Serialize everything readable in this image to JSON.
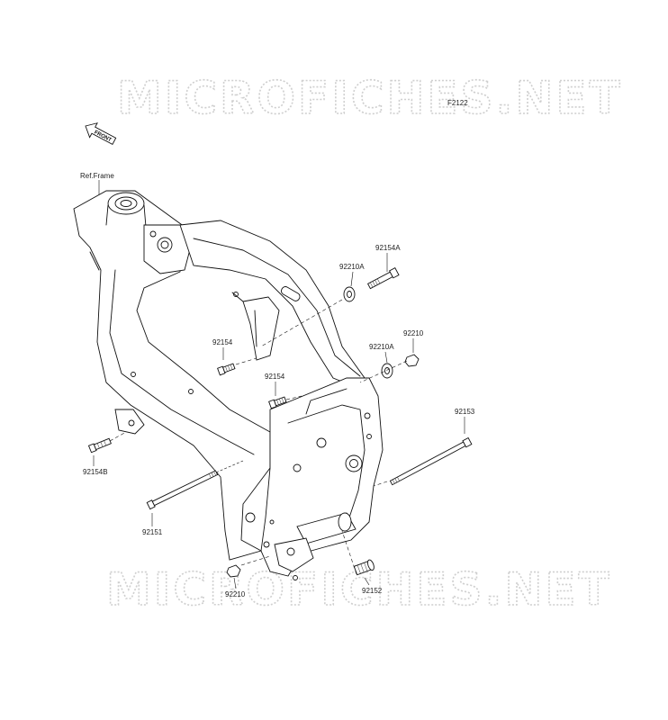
{
  "watermarks": [
    "MICROFICHES.NET",
    "MICROFICHES.NET"
  ],
  "figure_code": "F2122",
  "front_label": "FRONT",
  "ref_label": "Ref.Frame",
  "callouts": [
    {
      "id": "92154A",
      "text": "92154A"
    },
    {
      "id": "92210A-top",
      "text": "92210A"
    },
    {
      "id": "92210-right",
      "text": "92210"
    },
    {
      "id": "92210A-mid",
      "text": "92210A"
    },
    {
      "id": "92154-left",
      "text": "92154"
    },
    {
      "id": "92154-mid",
      "text": "92154"
    },
    {
      "id": "92153",
      "text": "92153"
    },
    {
      "id": "92154B",
      "text": "92154B"
    },
    {
      "id": "92151",
      "text": "92151"
    },
    {
      "id": "92210-bottom",
      "text": "92210"
    },
    {
      "id": "92152",
      "text": "92152"
    }
  ]
}
